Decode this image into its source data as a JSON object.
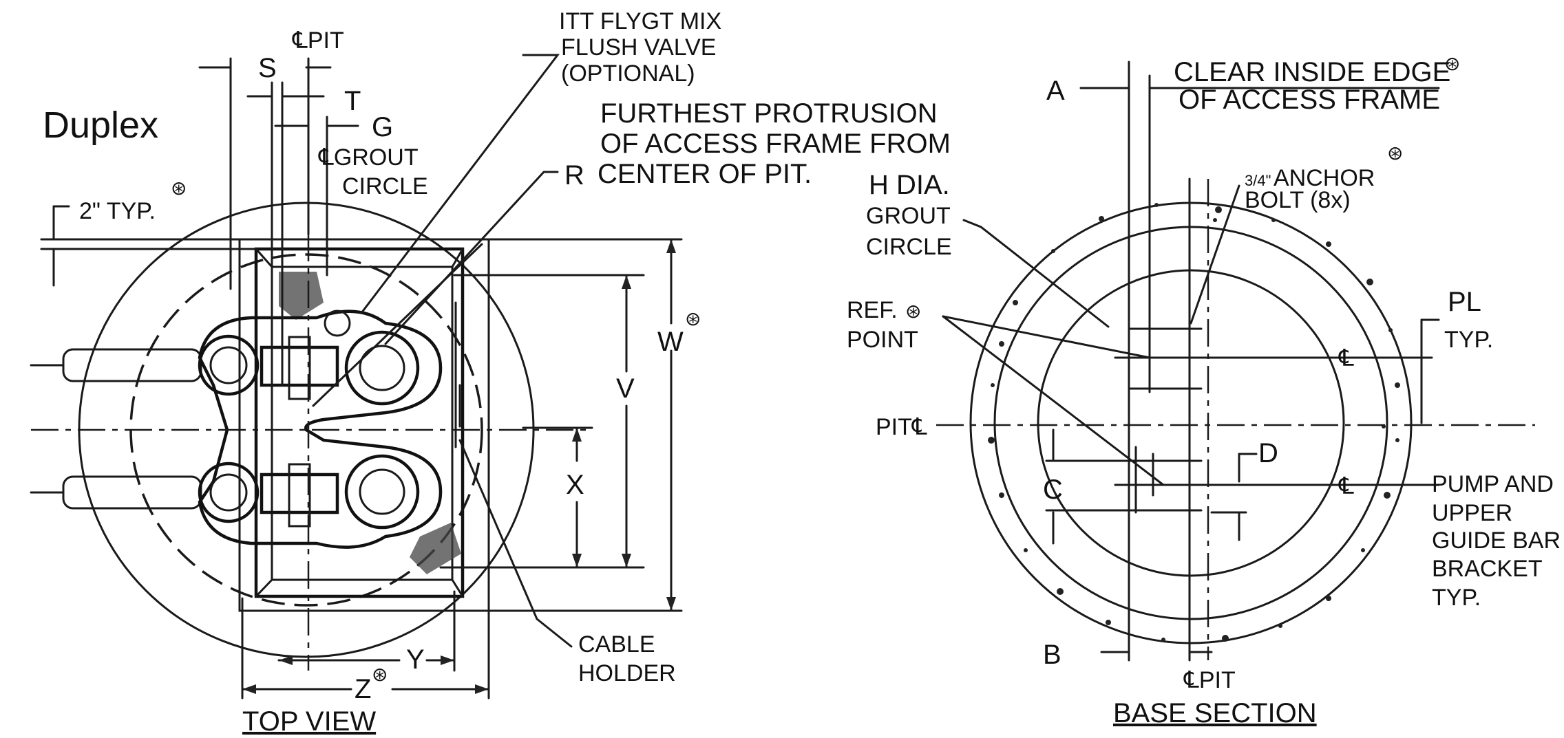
{
  "title": "Duplex",
  "top_view": {
    "caption": "TOP VIEW",
    "labels": {
      "s": "S",
      "cl_pit": "℄PIT",
      "t": "T",
      "g": "G",
      "cl_grout_1": "℄GROUT",
      "cl_grout_2": "CIRCLE",
      "two_typ": "2\" TYP.",
      "r": "R",
      "w": "W",
      "v": "V",
      "x": "X",
      "y": "Y",
      "z": "Z",
      "cable_1": "CABLE",
      "cable_2": "HOLDER"
    },
    "callouts": {
      "itt_1": "ITT FLYGT MIX",
      "itt_2": "FLUSH VALVE",
      "itt_3": "(OPTIONAL)",
      "prot_1": "FURTHEST PROTRUSION",
      "prot_2": "OF ACCESS FRAME FROM",
      "prot_3": "CENTER OF PIT."
    }
  },
  "base_section": {
    "caption": "BASE SECTION",
    "labels": {
      "a": "A",
      "clear_1": "CLEAR INSIDE EDGE",
      "clear_2": "OF ACCESS FRAME",
      "h_1": "H DIA.",
      "h_2": "GROUT",
      "h_3": "CIRCLE",
      "anchor_frac": "3/4\"",
      "anchor_1": "ANCHOR",
      "anchor_2": "BOLT (8x)",
      "ref_1": "REF.",
      "ref_2": "POINT",
      "pit_cl": "PIT℄",
      "pl": "PL",
      "pl_typ": "TYP.",
      "d": "D",
      "c": "C",
      "b": "B",
      "cl_pit": "℄PIT",
      "pump_1": "PUMP AND",
      "pump_2": "UPPER",
      "pump_3": "GUIDE BAR",
      "pump_4": "BRACKET",
      "pump_5": "TYP.",
      "cl_mark": "℄"
    }
  },
  "note_symbol": "⊛"
}
